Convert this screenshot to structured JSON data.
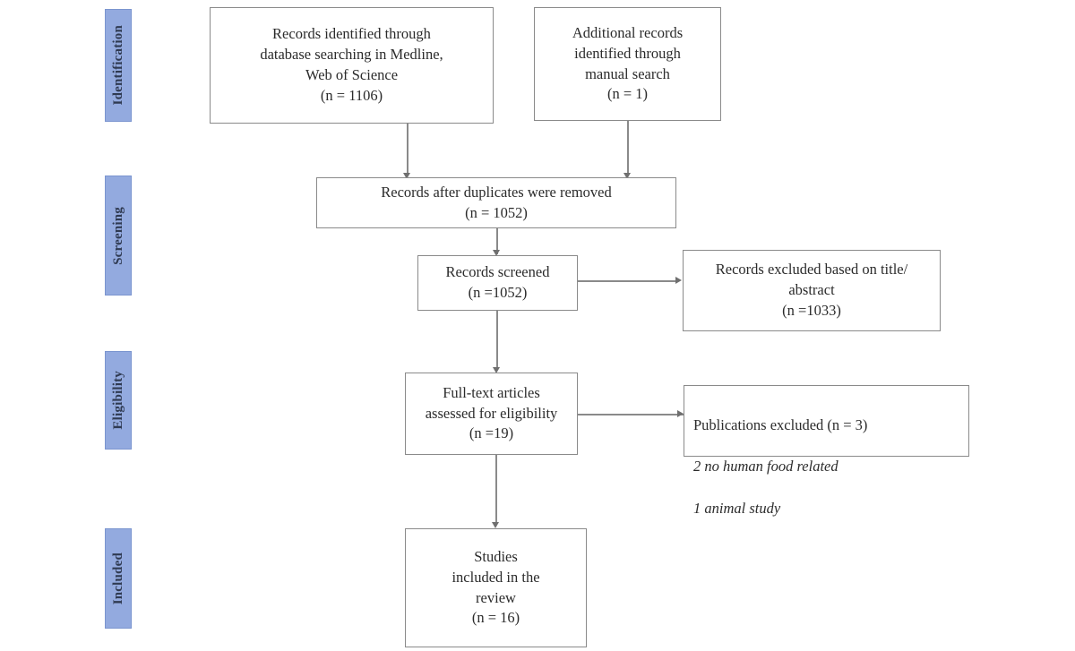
{
  "diagram": {
    "kind": "prisma-flow-diagram",
    "background": "#ffffff",
    "box_border_color": "#8a8a8a",
    "stage_fill_color": "#93AADF",
    "stage_text_color": "#2f3a52",
    "connector_color": "#8a8a8a"
  },
  "stages": [
    {
      "id": "identification",
      "label": "Identification"
    },
    {
      "id": "screening",
      "label": "Screening"
    },
    {
      "id": "eligibility",
      "label": "Eligibility"
    },
    {
      "id": "included",
      "label": "Included"
    }
  ],
  "boxes": {
    "database_search": {
      "text": "Records identified through\ndatabase searching in Medline,\nWeb of Science\n(n = 1106)",
      "count_label": "(n = 1106)",
      "count": 1106
    },
    "manual_search": {
      "text": "Additional records\nidentified through\nmanual search\n(n = 1)",
      "count_label": "(n = 1)",
      "count": 1
    },
    "after_duplicates": {
      "text": "Records after duplicates were removed\n(n = 1052)",
      "count_label": "(n = 1052)",
      "count": 1052
    },
    "records_screened": {
      "text": "Records screened\n(n =1052)",
      "count_label": "(n =1052)",
      "count": 1052
    },
    "records_excluded": {
      "text": "Records excluded based on title/\nabstract\n(n =1033)",
      "count_label": "(n =1033)",
      "count": 1033
    },
    "fulltext_assessed": {
      "text": "Full-text articles\nassessed for eligibility\n(n =19)",
      "count_label": "(n =19)",
      "count": 19
    },
    "publications_excluded": {
      "heading": "Publications excluded (n = 3)",
      "count": 3,
      "reasons": [
        "2 no human food related",
        "1 animal study"
      ]
    },
    "studies_included": {
      "text": "Studies\nincluded in the\nreview\n(n = 16)",
      "count_label": "(n = 16)",
      "count": 16
    }
  }
}
